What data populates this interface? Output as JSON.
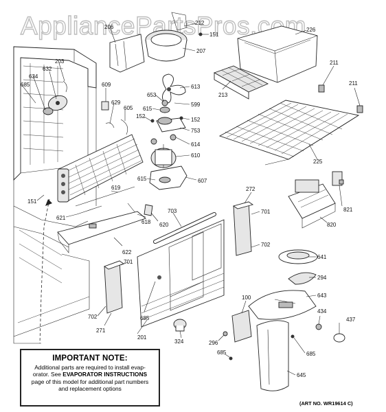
{
  "watermark": "AppliancePartsPros.com",
  "callouts": [
    {
      "id": "p206",
      "text": "206"
    },
    {
      "id": "p212",
      "text": "212"
    },
    {
      "id": "p151a",
      "text": "151"
    },
    {
      "id": "p226",
      "text": "226"
    },
    {
      "id": "p207",
      "text": "207"
    },
    {
      "id": "p203",
      "text": "203"
    },
    {
      "id": "p632",
      "text": "632"
    },
    {
      "id": "p634",
      "text": "634"
    },
    {
      "id": "p685a",
      "text": "685"
    },
    {
      "id": "p609",
      "text": "609"
    },
    {
      "id": "p629",
      "text": "629"
    },
    {
      "id": "p605",
      "text": "605"
    },
    {
      "id": "p613",
      "text": "613"
    },
    {
      "id": "p653",
      "text": "653"
    },
    {
      "id": "p599",
      "text": "599"
    },
    {
      "id": "p615a",
      "text": "615"
    },
    {
      "id": "p152a",
      "text": "152"
    },
    {
      "id": "p152b",
      "text": "152"
    },
    {
      "id": "p753",
      "text": "753"
    },
    {
      "id": "p614",
      "text": "614"
    },
    {
      "id": "p610",
      "text": "610"
    },
    {
      "id": "p615b",
      "text": "615"
    },
    {
      "id": "p607",
      "text": "607"
    },
    {
      "id": "p213",
      "text": "213"
    },
    {
      "id": "p211a",
      "text": "211"
    },
    {
      "id": "p211b",
      "text": "211"
    },
    {
      "id": "p225",
      "text": "225"
    },
    {
      "id": "p151b",
      "text": "151"
    },
    {
      "id": "p619",
      "text": "619"
    },
    {
      "id": "p621",
      "text": "621"
    },
    {
      "id": "p618",
      "text": "618"
    },
    {
      "id": "p620",
      "text": "620"
    },
    {
      "id": "p703",
      "text": "703"
    },
    {
      "id": "p272",
      "text": "272"
    },
    {
      "id": "p701a",
      "text": "701"
    },
    {
      "id": "p702a",
      "text": "702"
    },
    {
      "id": "p622",
      "text": "622"
    },
    {
      "id": "p701b",
      "text": "701"
    },
    {
      "id": "p685b",
      "text": "685"
    },
    {
      "id": "p702b",
      "text": "702"
    },
    {
      "id": "p271",
      "text": "271"
    },
    {
      "id": "p201",
      "text": "201"
    },
    {
      "id": "p324",
      "text": "324"
    },
    {
      "id": "p821",
      "text": "821"
    },
    {
      "id": "p820",
      "text": "820"
    },
    {
      "id": "p641",
      "text": "641"
    },
    {
      "id": "p294",
      "text": "294"
    },
    {
      "id": "p643",
      "text": "643"
    },
    {
      "id": "p100",
      "text": "100"
    },
    {
      "id": "p434",
      "text": "434"
    },
    {
      "id": "p437",
      "text": "437"
    },
    {
      "id": "p296",
      "text": "296"
    },
    {
      "id": "p685c",
      "text": "685"
    },
    {
      "id": "p685d",
      "text": "685"
    },
    {
      "id": "p645",
      "text": "645"
    }
  ],
  "note": {
    "title": "IMPORTANT NOTE:",
    "line1": "Additional parts are required to install evap-",
    "line2a": "orator.  See ",
    "line2b": "EVAPORATOR INSTRUCTIONS",
    "line3": "page of this model for additional part numbers",
    "line4": "and replacement options"
  },
  "art_no": "(ART NO. WR19614 C)"
}
